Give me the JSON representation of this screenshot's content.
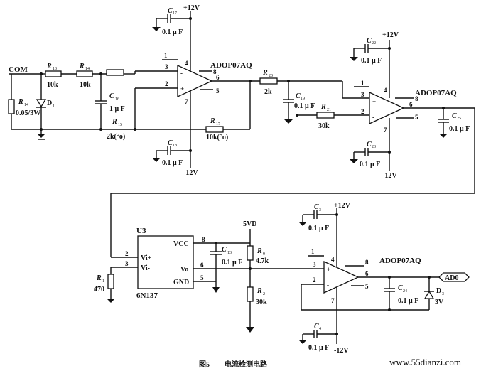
{
  "caption": {
    "fig": "图5",
    "title": "电流检测电路"
  },
  "watermark": "www.55dianzi.com",
  "nets": {
    "com": "COM",
    "ad0": "AD0",
    "vdd": "5VD",
    "pos12": "+12V",
    "neg12": "-12V"
  },
  "chip": {
    "ref": "U3",
    "part": "6N137",
    "pins": {
      "vi_p": "Vi+",
      "vi_m": "Vi-",
      "vcc": "VCC",
      "vo": "Vo",
      "gnd": "GND"
    },
    "pin_numbers": {
      "vi_p": "2",
      "vi_m": "3",
      "vcc": "8",
      "vo": "6",
      "gnd": "5"
    }
  },
  "opamps": [
    {
      "part": "ADOP07AQ",
      "pins": {
        "p1": "1",
        "p3": "3",
        "p2": "2",
        "p4": "4",
        "p7": "7",
        "p8": "8",
        "p6": "6",
        "p5": "5"
      }
    },
    {
      "part": "ADOP07AQ",
      "pins": {
        "p1": "1",
        "p3": "3",
        "p2": "2",
        "p4": "4",
        "p7": "7",
        "p8": "8",
        "p6": "6",
        "p5": "5"
      }
    },
    {
      "part": "ADOP07AQ",
      "pins": {
        "p1": "1",
        "p3": "3",
        "p2": "2",
        "p4": "4",
        "p7": "7",
        "p8": "8",
        "p6": "6",
        "p5": "5"
      }
    }
  ],
  "components": {
    "r_shunt": {
      "ref": "R",
      "sub": "14",
      "value": "0.05/3W"
    },
    "d1": {
      "ref": "D",
      "sub": "1"
    },
    "r3": {
      "ref": "R",
      "sub": "13",
      "value": "10k"
    },
    "r4": {
      "ref": "R",
      "sub": "14",
      "value": "10k"
    },
    "r_pot1": {
      "ref": "R",
      "sub": "15",
      "value": "2k(°o)"
    },
    "c_in": {
      "ref": "C",
      "sub": "16",
      "value": "1 μ F"
    },
    "r_fb": {
      "ref": "R",
      "sub": "17",
      "value": "10k(°o)"
    },
    "c17": {
      "ref": "C",
      "sub": "17",
      "value": "0.1 μ F"
    },
    "c18": {
      "ref": "C",
      "sub": "18",
      "value": "0.1 μ F"
    },
    "r20": {
      "ref": "R",
      "sub": "20",
      "value": "2k"
    },
    "c19": {
      "ref": "C",
      "sub": "19",
      "value": "0.1 μ F"
    },
    "r21": {
      "ref": "R",
      "sub": "21",
      "value": "30k"
    },
    "c22": {
      "ref": "C",
      "sub": "22",
      "value": "0.1 μ F"
    },
    "c23": {
      "ref": "C",
      "sub": "23",
      "value": "0.1 μ F"
    },
    "c25": {
      "ref": "C",
      "sub": "25",
      "value": "0.1 μ F"
    },
    "r_opto": {
      "ref": "R",
      "sub": "1",
      "value": "470"
    },
    "c_opto": {
      "ref": "C",
      "sub": "13",
      "value": "0.1 μ F"
    },
    "r_pull": {
      "ref": "R",
      "sub": "9",
      "value": "4.7k"
    },
    "r_bot": {
      "ref": "R",
      "sub": "2",
      "value": "30k"
    },
    "c_top3": {
      "ref": "C",
      "sub": "3",
      "value": "0.1 μ F"
    },
    "c_bot3": {
      "ref": "C",
      "sub": "4",
      "value": "0.1 μ F"
    },
    "c_out3": {
      "ref": "C",
      "sub": "24",
      "value": "0.1 μ F"
    },
    "d_out": {
      "ref": "D",
      "sub": "3",
      "value": "3V"
    }
  }
}
